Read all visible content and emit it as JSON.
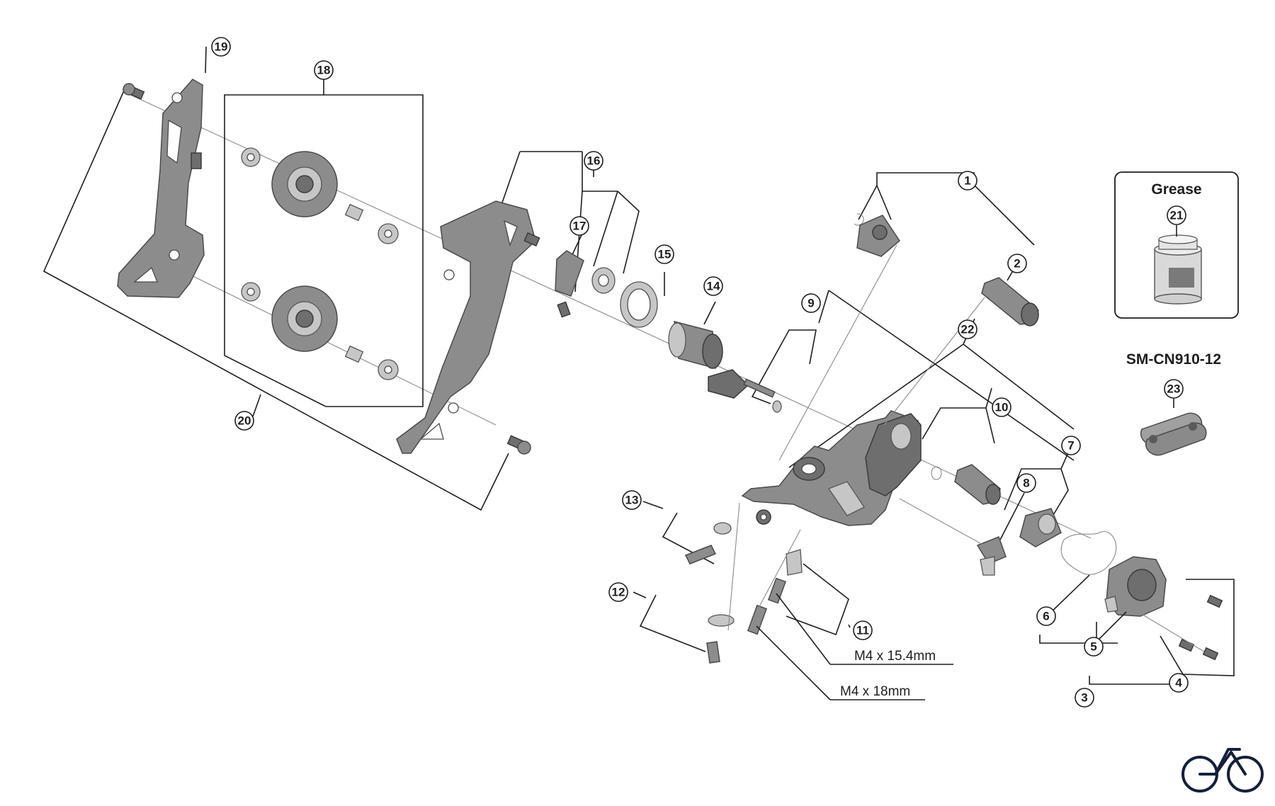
{
  "callouts": [
    "1",
    "2",
    "3",
    "4",
    "5",
    "6",
    "7",
    "8",
    "9",
    "10",
    "11",
    "12",
    "13",
    "14",
    "15",
    "16",
    "17",
    "18",
    "19",
    "20",
    "21",
    "22",
    "23"
  ],
  "grease_box": {
    "title": "Grease"
  },
  "chain_label": "SM-CN910-12",
  "bolt_labels": {
    "short": "M4 x 15.4mm",
    "long": "M4 x 18mm"
  },
  "icons": {
    "corner": "bicycle-icon"
  },
  "colors": {
    "line": "#1e1e1e",
    "part": "#8c8c8c",
    "part_dark": "#6e6e6e"
  }
}
